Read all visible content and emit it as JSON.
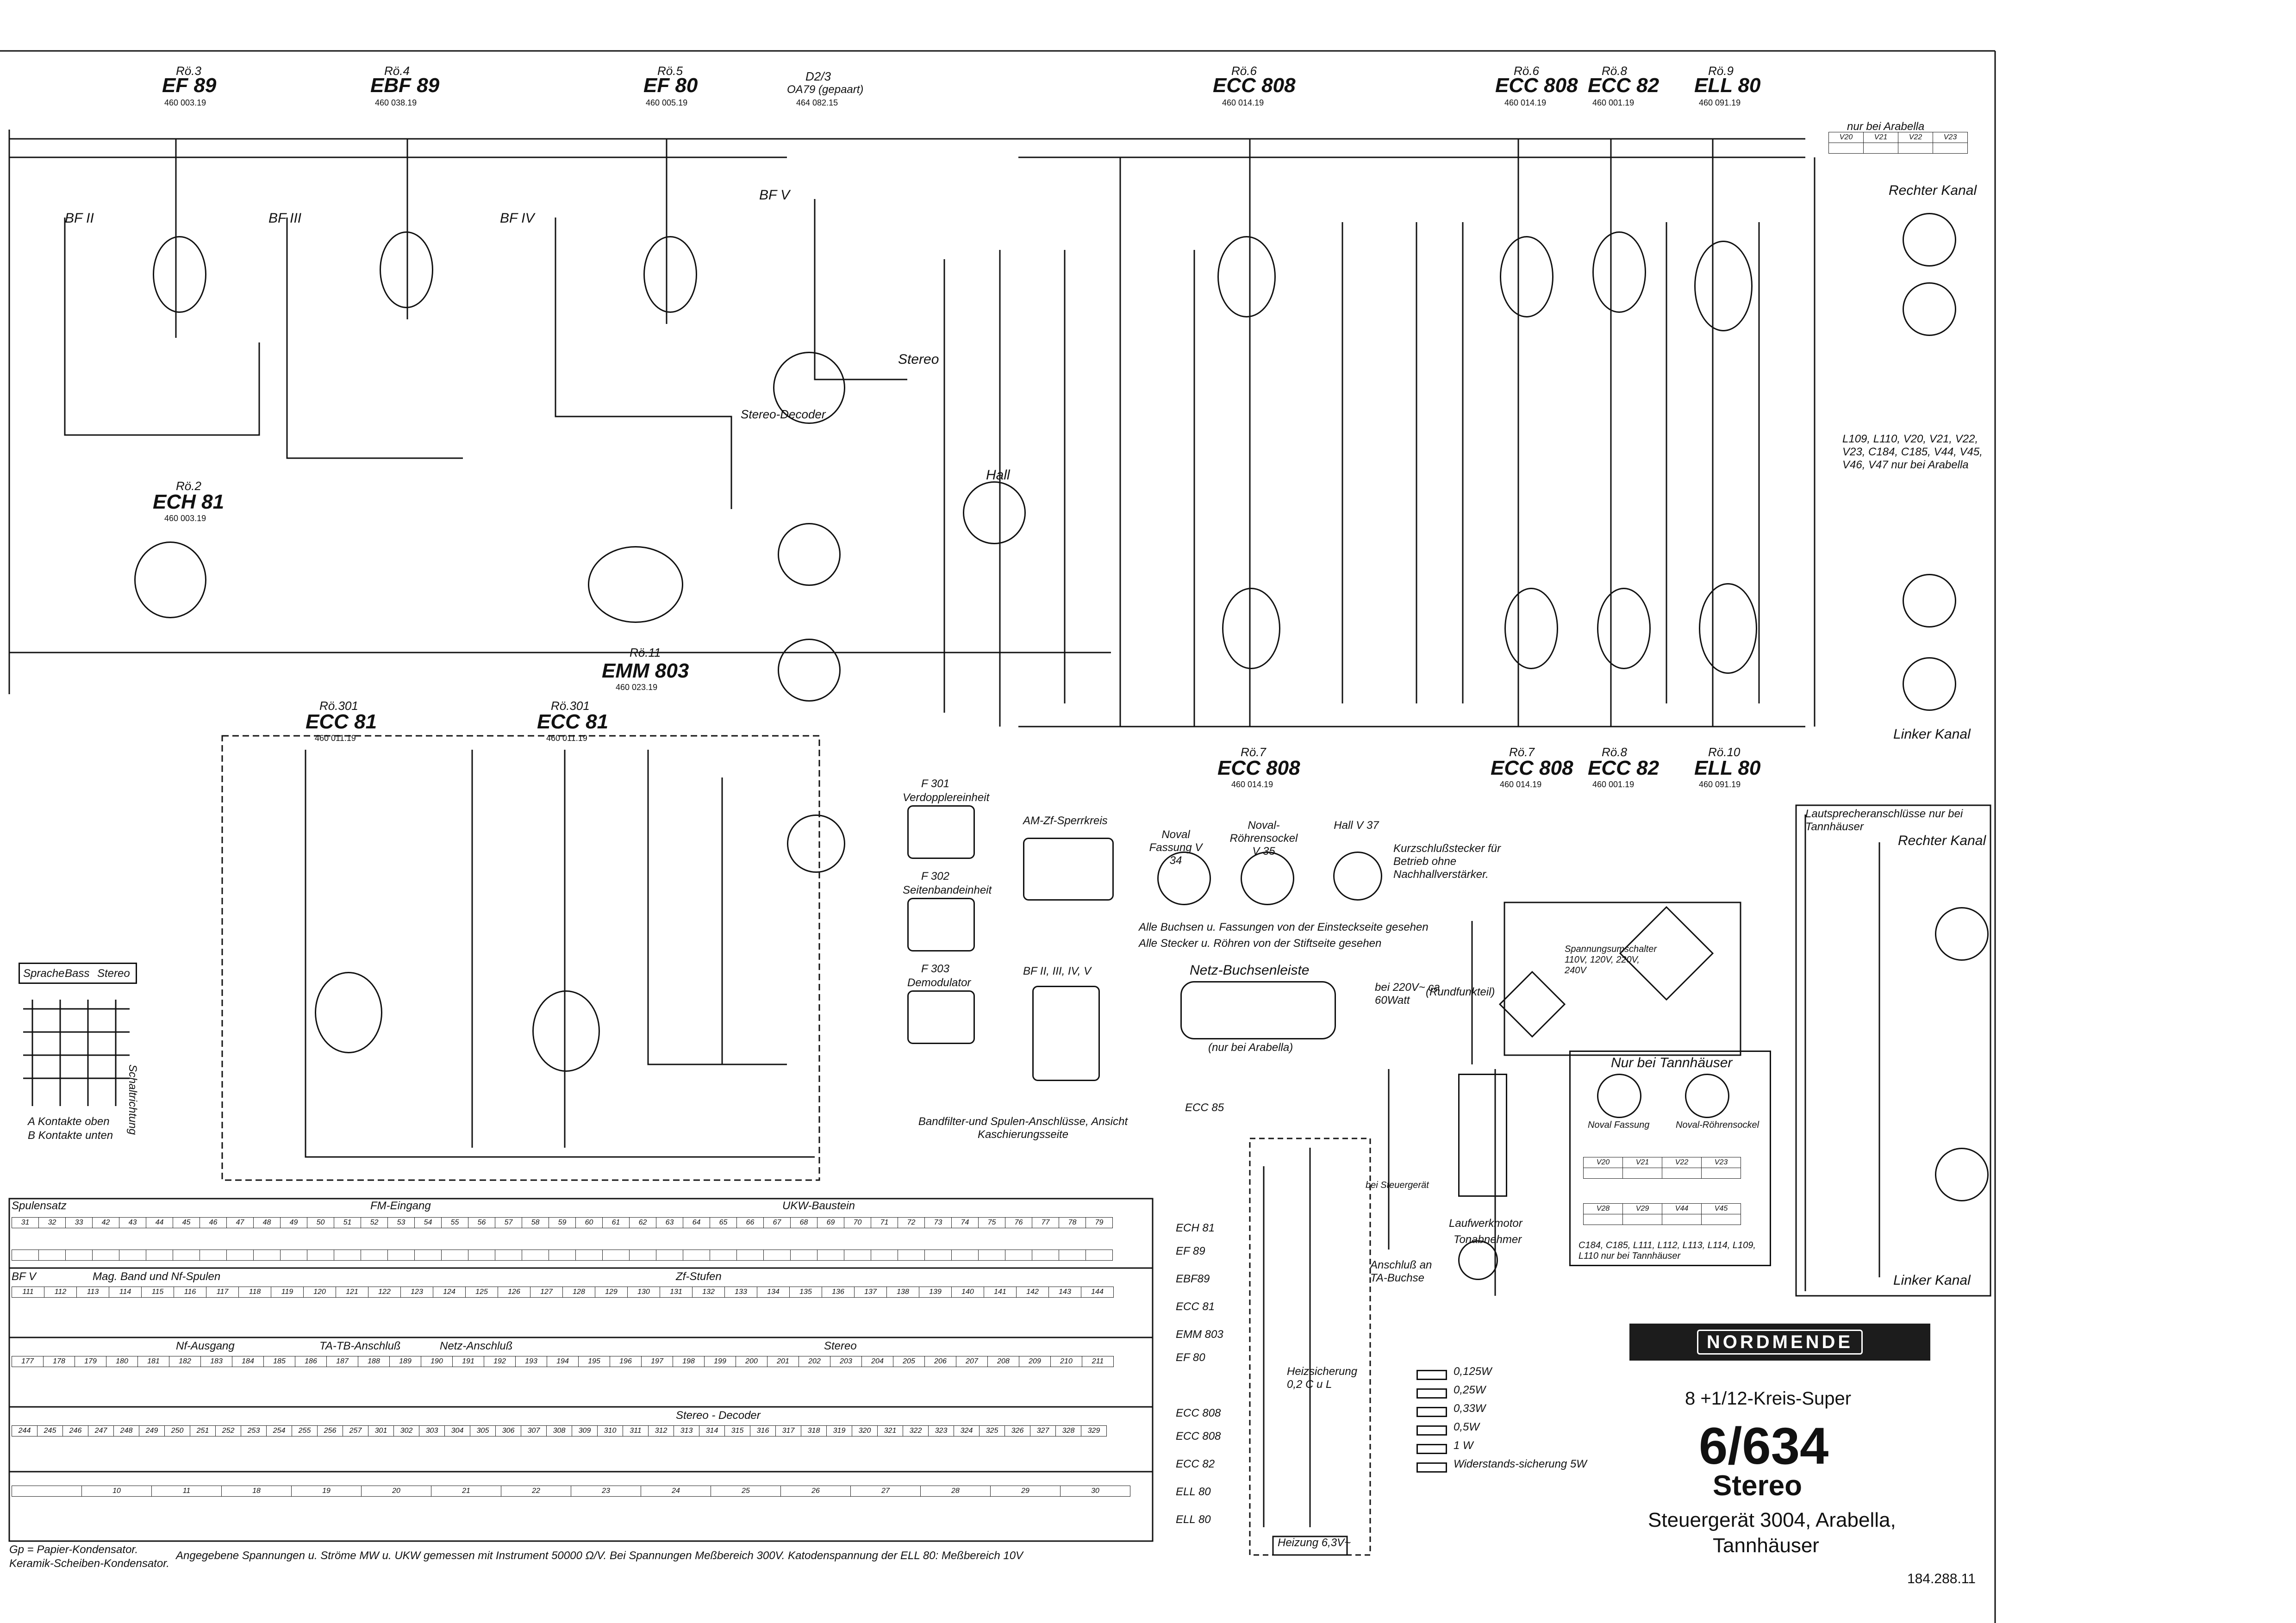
{
  "tubes_top": [
    {
      "code": "Rö.3",
      "name": "EF 89",
      "num": "460 003.19"
    },
    {
      "code": "Rö.4",
      "name": "EBF 89",
      "num": "460 038.19"
    },
    {
      "code": "Rö.5",
      "name": "EF 80",
      "num": "460 005.19"
    },
    {
      "code": "D2/3",
      "name": "OA79 (gepaart)",
      "num": "464 082.15"
    },
    {
      "code": "Rö.6",
      "name": "ECC 808",
      "num": "460 014.19"
    },
    {
      "code": "Rö.6",
      "name": "ECC 808",
      "num": "460 014.19"
    },
    {
      "code": "Rö.8",
      "name": "ECC 82",
      "num": "460 001.19"
    },
    {
      "code": "Rö.9",
      "name": "ELL 80",
      "num": "460 091.19"
    }
  ],
  "tubes_other": [
    {
      "code": "Rö.2",
      "name": "ECH 81",
      "num": "460 003.19"
    },
    {
      "code": "Rö.11",
      "name": "EMM 803",
      "num": "460 023.19"
    },
    {
      "code": "Rö.301",
      "name": "ECC 81",
      "num": "460 011.19"
    },
    {
      "code": "Rö.301",
      "name": "ECC 81",
      "num": "460 011.19"
    },
    {
      "code": "Rö.7",
      "name": "ECC 808",
      "num": "460 014.19"
    },
    {
      "code": "Rö.7",
      "name": "ECC 808",
      "num": "460 014.19"
    },
    {
      "code": "Rö.8",
      "name": "ECC 82",
      "num": "460 001.19"
    },
    {
      "code": "Rö.10",
      "name": "ELL 80",
      "num": "460 091.19"
    }
  ],
  "labels": {
    "bf2": "BF II",
    "bf3": "BF III",
    "bf4": "BF IV",
    "bfv": "BF V",
    "stereo_decoder": "Stereo-Decoder",
    "stereo": "Stereo",
    "hall": "Hall",
    "rechter_kanal": "Rechter Kanal",
    "linker_kanal": "Linker Kanal",
    "nur_bei_arabella": "nur bei Arabella",
    "arabella_note": "L109, L110, V20, V21, V22, V23, C184, C185, V44, V45, V46, V47 nur bei Arabella",
    "lautsprecher_title": "Lautsprecheranschlüsse nur bei Tannhäuser",
    "nur_bei_tannhaeuser": "Nur bei Tannhäuser",
    "tannhaeuser_note": "C184, C185, L111, L112, L113, L114, L109, L110 nur bei Tannhäuser",
    "noval_fassung": "Noval Fassung",
    "noval_roehrensockel": "Noval-Röhrensockel",
    "f301": "F 301",
    "f301_sub": "Verdopplereinheit",
    "f302": "F 302",
    "f302_sub": "Seitenbandeinheit",
    "f303": "F 303",
    "f303_sub": "Demodulator",
    "am_zf": "AM-Zf-Sperrkreis",
    "bf_label": "BF II, III, IV, V",
    "bandfilter_note": "Bandfilter-und Spulen-Anschlüsse, Ansicht Kaschierungsseite",
    "v34": "Noval Fassung V 34",
    "v35": "Noval-Röhrensockel V 35",
    "v37": "Hall V 37",
    "kurzschluss": "Kurzschlußstecker für Betrieb ohne Nachhallverstärker.",
    "buchsen_note1": "Alle Buchsen u. Fassungen von der Einsteckseite gesehen",
    "buchsen_note2": "Alle Stecker u. Röhren von der Stiftseite gesehen",
    "netz_buchsenleiste": "Netz-Buchsenleiste",
    "nur_bei_arabella2": "(nur bei Arabella)",
    "bei220": "bei 220V~ ca 60Watt",
    "rundfunkteil": "(Rundfunkteil)",
    "spannungsumschalter": "Spannungsumschalter 110V, 120V, 220V, 240V",
    "laufwerkmotor": "Laufwerkmotor",
    "tonabnehmer": "Tonabnehmer",
    "anschluss": "Anschluß an TA-Buchse",
    "heizsicherung": "Heizsicherung 0,2 C u L",
    "heizung": "Heizung 6,3V~",
    "pruefsender": "bei Steuergerät",
    "sprache_bass_stereo": [
      "Sprache",
      "Bass",
      "Stereo"
    ],
    "kontakte_oben": "A Kontakte oben",
    "kontakte_unten": "B Kontakte unten",
    "schaltrichtung": "Schaltrichtung",
    "footnote1": "Gp = Papier-Kondensator.",
    "footnote2": "Keramik-Scheiben-Kondensator.",
    "measure_note": "Angegebene Spannungen u. Ströme MW u. UKW gemessen mit Instrument 50000 Ω/V. Bei Spannungen Meßbereich 300V. Katodenspannung der ELL 80: Meßbereich 10V"
  },
  "table_sections": {
    "spulensatz": "Spulensatz",
    "fm_eingang": "FM-Eingang",
    "ukw_baustein": "UKW-Baustein",
    "bfv": "BF V",
    "mag_band": "Mag. Band und Nf-Spulen",
    "zf_stufen": "Zf-Stufen",
    "nf_ausgang": "Nf-Ausgang",
    "ta_tb": "TA-TB-Anschluß",
    "netz": "Netz-Anschluß",
    "stereo": "Stereo",
    "stereo_decoder": "Stereo - Decoder"
  },
  "table_rows": [
    [
      "31",
      "32",
      "33",
      "42",
      "43",
      "44",
      "45",
      "46",
      "47",
      "48",
      "49",
      "50",
      "51",
      "52",
      "53",
      "54",
      "55",
      "56",
      "57",
      "58",
      "59",
      "60",
      "61",
      "62",
      "63",
      "64",
      "65",
      "66",
      "67",
      "68",
      "69",
      "70",
      "71",
      "72",
      "73",
      "74",
      "75",
      "76",
      "77",
      "78",
      "79"
    ],
    [
      "",
      "",
      "",
      "",
      "",
      "",
      "",
      "",
      "",
      "",
      "",
      "",
      "",
      "",
      "",
      "",
      "",
      "",
      "",
      "",
      "",
      "",
      "",
      "",
      "",
      "",
      "",
      "",
      "",
      "",
      "",
      "",
      "",
      "",
      "",
      "",
      "",
      "",
      "",
      "",
      ""
    ],
    [
      "111",
      "112",
      "113",
      "114",
      "115",
      "116",
      "117",
      "118",
      "119",
      "120",
      "121",
      "122",
      "123",
      "124",
      "125",
      "126",
      "127",
      "128",
      "129",
      "130",
      "131",
      "132",
      "133",
      "134",
      "135",
      "136",
      "137",
      "138",
      "139",
      "140",
      "141",
      "142",
      "143",
      "144"
    ],
    [
      "177",
      "178",
      "179",
      "180",
      "181",
      "182",
      "183",
      "184",
      "185",
      "186",
      "187",
      "188",
      "189",
      "190",
      "191",
      "192",
      "193",
      "194",
      "195",
      "196",
      "197",
      "198",
      "199",
      "200",
      "201",
      "202",
      "203",
      "204",
      "205",
      "206",
      "207",
      "208",
      "209",
      "210",
      "211"
    ],
    [
      "244",
      "245",
      "246",
      "247",
      "248",
      "249",
      "250",
      "251",
      "252",
      "253",
      "254",
      "255",
      "256",
      "257",
      "301",
      "302",
      "303",
      "304",
      "305",
      "306",
      "307",
      "308",
      "309",
      "310",
      "311",
      "312",
      "313",
      "314",
      "315",
      "316",
      "317",
      "318",
      "319",
      "320",
      "321",
      "322",
      "323",
      "324",
      "325",
      "326",
      "327",
      "328",
      "329"
    ],
    [
      "",
      "10",
      "11",
      "18",
      "19",
      "20",
      "21",
      "22",
      "23",
      "24",
      "25",
      "26",
      "27",
      "28",
      "29",
      "30"
    ]
  ],
  "voltage_tables": {
    "arabella": {
      "title": "nur bei Arabella",
      "cols": [
        "V20",
        "V21",
        "V22",
        "V23"
      ]
    },
    "tannhaeuser1": {
      "cols": [
        "V20",
        "V21",
        "V22",
        "V23"
      ]
    },
    "tannhaeuser2": {
      "cols": [
        "V28",
        "V29",
        "V44",
        "V45"
      ]
    }
  },
  "resistor_legend": [
    "0,125W",
    "0,25W",
    "0,33W",
    "0,5W",
    "1 W",
    "Widerstands-sicherung 5W"
  ],
  "brand": "NORDMENDE",
  "title": {
    "kreis": "8 +1/12-Kreis-Super",
    "model": "6/634",
    "stereo": "Stereo",
    "steuergeraet": "Steuergerät 3004, Arabella,",
    "tannhaeuser": "Tannhäuser",
    "docno": "184.288.11"
  },
  "colors": {
    "ink": "#111111",
    "paper": "#ffffff",
    "brand_bg": "#1c1c1c"
  }
}
